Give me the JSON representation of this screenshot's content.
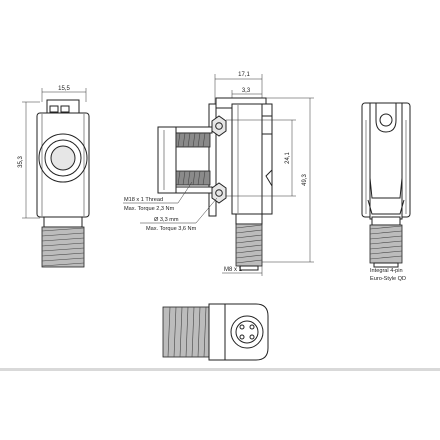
{
  "dimensions": {
    "front_width": "15,5",
    "front_height": "35,3",
    "side_top_width": "17,1",
    "side_top_offset": "3,3",
    "side_hole_spacing": "24,1",
    "side_total_height": "49,3",
    "connector_thread": "M8 x 1"
  },
  "callouts": {
    "thread_line1": "M18 x 1 Thread",
    "thread_line2": "Max. Torque 2,3 Nm",
    "hole_line1": "Ø 3,3 mm",
    "hole_line2": "Max. Torque 3,6 Nm"
  },
  "labels": {
    "connector_line1": "Integral 4-pin",
    "connector_line2": "Euro-Style QD"
  }
}
